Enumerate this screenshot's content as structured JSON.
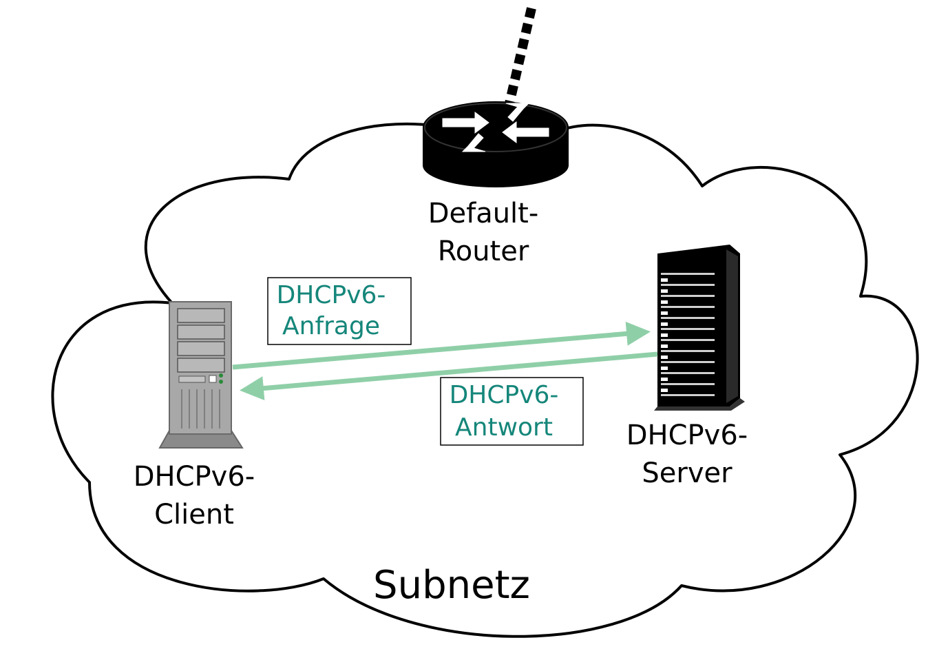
{
  "diagram": {
    "subnet_label": "Subnetz",
    "router": {
      "line1": "Default-",
      "line2": "Router"
    },
    "client": {
      "line1": "DHCPv6-",
      "line2": "Client"
    },
    "server": {
      "line1": "DHCPv6-",
      "line2": "Server"
    },
    "request": {
      "line1": "DHCPv6-",
      "line2": "Anfrage"
    },
    "response": {
      "line1": "DHCPv6-",
      "line2": "Antwort"
    }
  },
  "colors": {
    "arrow": "#8fcfa8",
    "message_text": "#15867a",
    "outline": "#000000",
    "client_body": "#a8a8a8",
    "server_body": "#000000"
  },
  "icons": {
    "router": "router-icon",
    "client": "desktop-tower-icon",
    "server": "server-rack-icon",
    "uplink": "dashed-uplink-line"
  }
}
